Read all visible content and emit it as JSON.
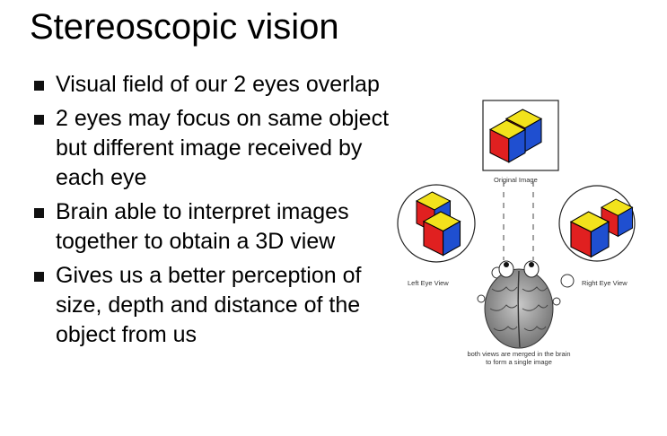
{
  "slide": {
    "title": "Stereoscopic vision",
    "bullets": [
      "Visual field of our 2 eyes overlap",
      "2 eyes may focus on same object but different image received by each eye",
      "Brain able to interpret images together to obtain a 3D view",
      "Gives us a better perception of size, depth and distance of the object from us"
    ]
  },
  "diagram": {
    "original_label": "Original Image",
    "left_label": "Left Eye View",
    "right_label": "Right Eye View",
    "merge_caption": "both views are merged in the brain to form a single image",
    "colors": {
      "red": "#e02020",
      "blue": "#1f4fd0",
      "yellow": "#f2e21c"
    }
  }
}
